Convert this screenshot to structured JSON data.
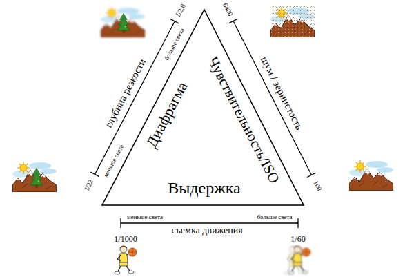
{
  "diagram": {
    "nodes": [
      {
        "text": [
          "Диафрагма",
          "Чувствительность/ISO",
          "Выдержка"
        ]
      }
    ],
    "labels": [
      "f/2.8",
      "глубина резкости",
      "больше света",
      "меньше света",
      "f/22",
      "6400",
      "шум / зернистость",
      "100",
      "меньше света",
      "больше света",
      "съемка движения",
      "1/1000",
      "1/60"
    ]
  }
}
